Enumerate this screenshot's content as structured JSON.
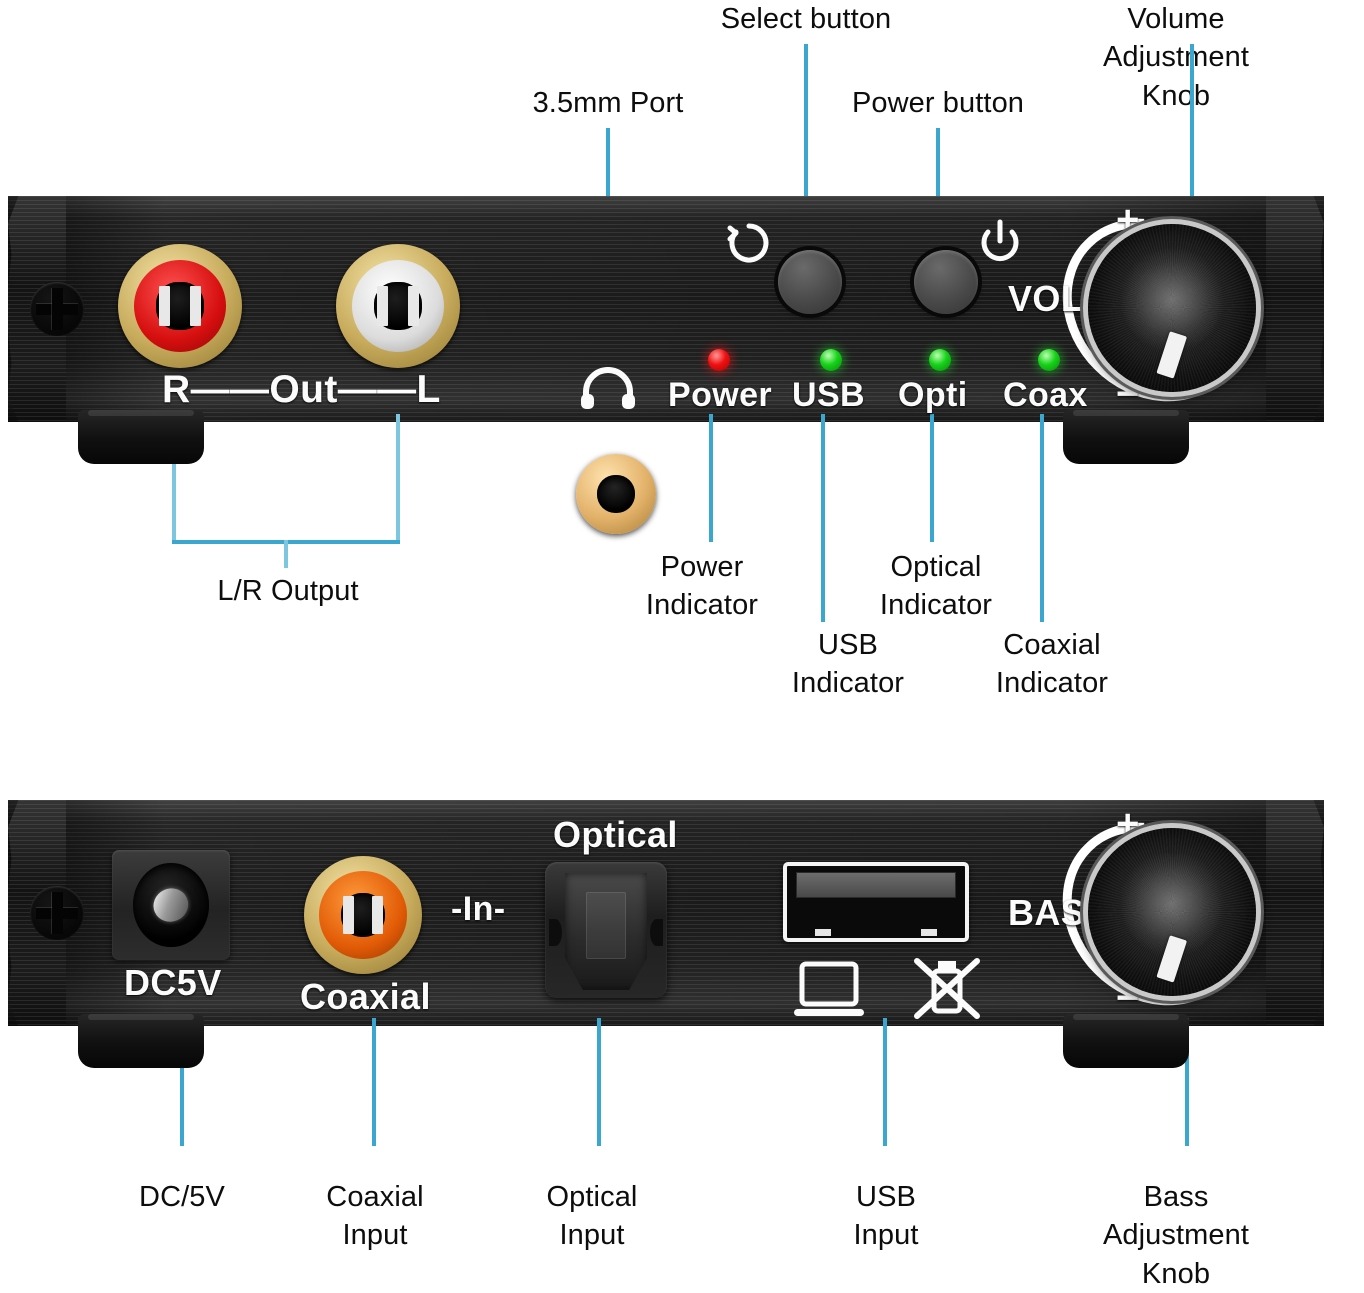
{
  "annotations": {
    "front_top": [
      {
        "text": "3.5mm Port",
        "name": "annotation-3-5mm-port"
      },
      {
        "text": "Select button",
        "name": "annotation-select-button"
      },
      {
        "text": "Power button",
        "name": "annotation-power-button"
      },
      {
        "text": "Volume Adjustment Knob",
        "name": "annotation-volume-knob"
      }
    ],
    "front_bottom": [
      {
        "text": "L/R Output",
        "name": "annotation-lr-output"
      },
      {
        "text": "Power\nIndicator",
        "name": "annotation-power-indicator"
      },
      {
        "text": "USB\nIndicator",
        "name": "annotation-usb-indicator"
      },
      {
        "text": "Optical\nIndicator",
        "name": "annotation-optical-indicator"
      },
      {
        "text": "Coaxial\nIndicator",
        "name": "annotation-coaxial-indicator"
      }
    ],
    "rear_bottom": [
      {
        "text": "DC/5V",
        "name": "annotation-dc-5v"
      },
      {
        "text": "Coaxial\nInput",
        "name": "annotation-coaxial-input"
      },
      {
        "text": "Optical\nInput",
        "name": "annotation-optical-input"
      },
      {
        "text": "USB\nInput",
        "name": "annotation-usb-input"
      },
      {
        "text": "Bass Adjustment Knob",
        "name": "annotation-bass-knob"
      }
    ]
  },
  "front_panel": {
    "silkscreen": {
      "out_label": "R——Out——L",
      "vol_label": "VOL",
      "knob_plus": "+",
      "knob_minus": "−"
    },
    "indicators": [
      {
        "label": "Power",
        "color": "#f01010",
        "state": "red"
      },
      {
        "label": "USB",
        "color": "#16d219",
        "state": "green"
      },
      {
        "label": "Opti",
        "color": "#16d219",
        "state": "green"
      },
      {
        "label": "Coax",
        "color": "#16d219",
        "state": "green"
      }
    ],
    "jacks": {
      "rca_right": "R",
      "rca_left": "L",
      "headphone": "3.5mm"
    }
  },
  "rear_panel": {
    "silkscreen": {
      "dc_label": "DC5V",
      "coaxial_label": "Coaxial",
      "in_label": "-In-",
      "optical_label": "Optical",
      "bass_label": "BASS",
      "knob_plus": "+",
      "knob_minus": "−"
    }
  },
  "colors": {
    "leader_line": "#3BA7D0",
    "bracket": "#7CC6E0",
    "chassis": "#141414",
    "rca_red": "#d60f0f",
    "rca_white": "#dcdcdc",
    "rca_orange": "#e25b07",
    "gold_ring": "#c8ab5c",
    "led_red": "#f01010",
    "led_green": "#16d219"
  }
}
